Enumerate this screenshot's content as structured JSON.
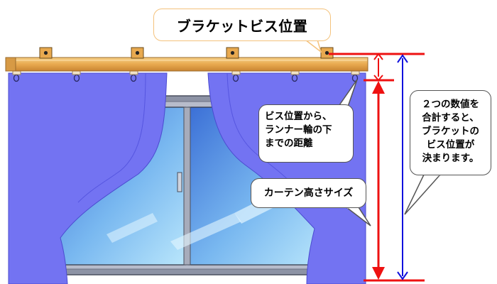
{
  "title": "ブラケットビス位置",
  "labels": {
    "distance": [
      "ビス位置から、",
      "ランナー輪の下",
      "までの距離"
    ],
    "curtain_height": "カーテン高さサイズ",
    "sum_note": [
      "２つの数値を",
      "合計すると、",
      "ブラケットの",
      "ビス位置が",
      "決まります。"
    ]
  },
  "colors": {
    "rail": "#e8a94f",
    "curtain": "#7373f2",
    "glass": "#66a6ee",
    "frame": "#8d93a5",
    "red_dimension": "#ee1111",
    "blue_dimension": "#1111dd",
    "bubble_border_title": "#f4c27c",
    "bubble_border": "#555555"
  }
}
